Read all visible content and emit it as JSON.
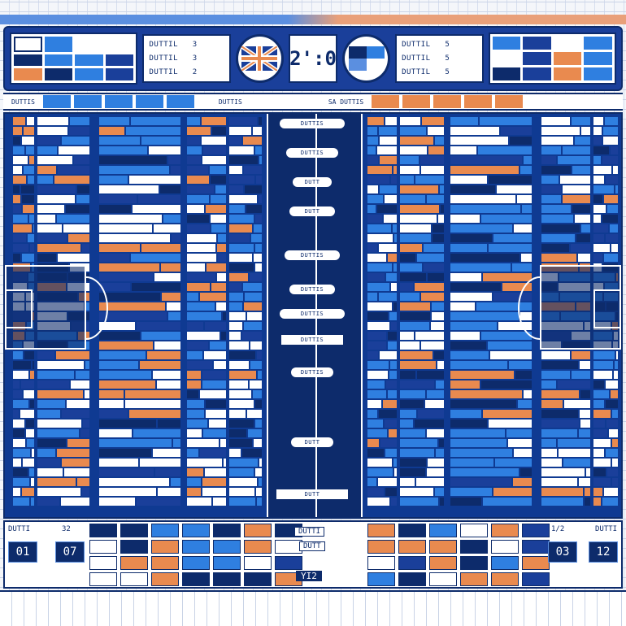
{
  "colors": {
    "navy": "#0d2b6b",
    "blue": "#2f7fe0",
    "royal": "#1a3f9a",
    "orange": "#e98a4f",
    "white": "#ffffff"
  },
  "header": {
    "score": "2':0",
    "home_roster": [
      "DUTTIL",
      "DUTTIL",
      "DUTTIL"
    ],
    "home_roster_nums": [
      "3",
      "3",
      "2"
    ],
    "away_roster": [
      "DUTTIL",
      "DUTTIL",
      "DUTTIL"
    ],
    "away_roster_nums": [
      "5",
      "5",
      "5"
    ],
    "home_crest_icon": "union-flag-icon",
    "away_crest_icon": "striped-flag-icon"
  },
  "colhead": {
    "left_label": "DUTTIS",
    "mid_left_label": "DUTTIS",
    "mid_right_label": "SA DUTTIS"
  },
  "center": {
    "labels": [
      "DUTTIS",
      "DUTTIS",
      "DUTT",
      "DUTT",
      "DUTTIS",
      "DUTTIS",
      "DUTTIS",
      "DUTTIS",
      "DUTTIS",
      "DUTT",
      "DUTT"
    ]
  },
  "bottom": {
    "left_label": "DUTTI",
    "left_num": "32",
    "left_clock_a": "01",
    "left_clock_b": "07",
    "center_top": "DUTTI",
    "center_mid": "DUTT",
    "center_bottom": "YI2",
    "right_label": "DUTTI",
    "right_num": "1/2",
    "right_clock_a": "03",
    "right_clock_b": "12"
  }
}
